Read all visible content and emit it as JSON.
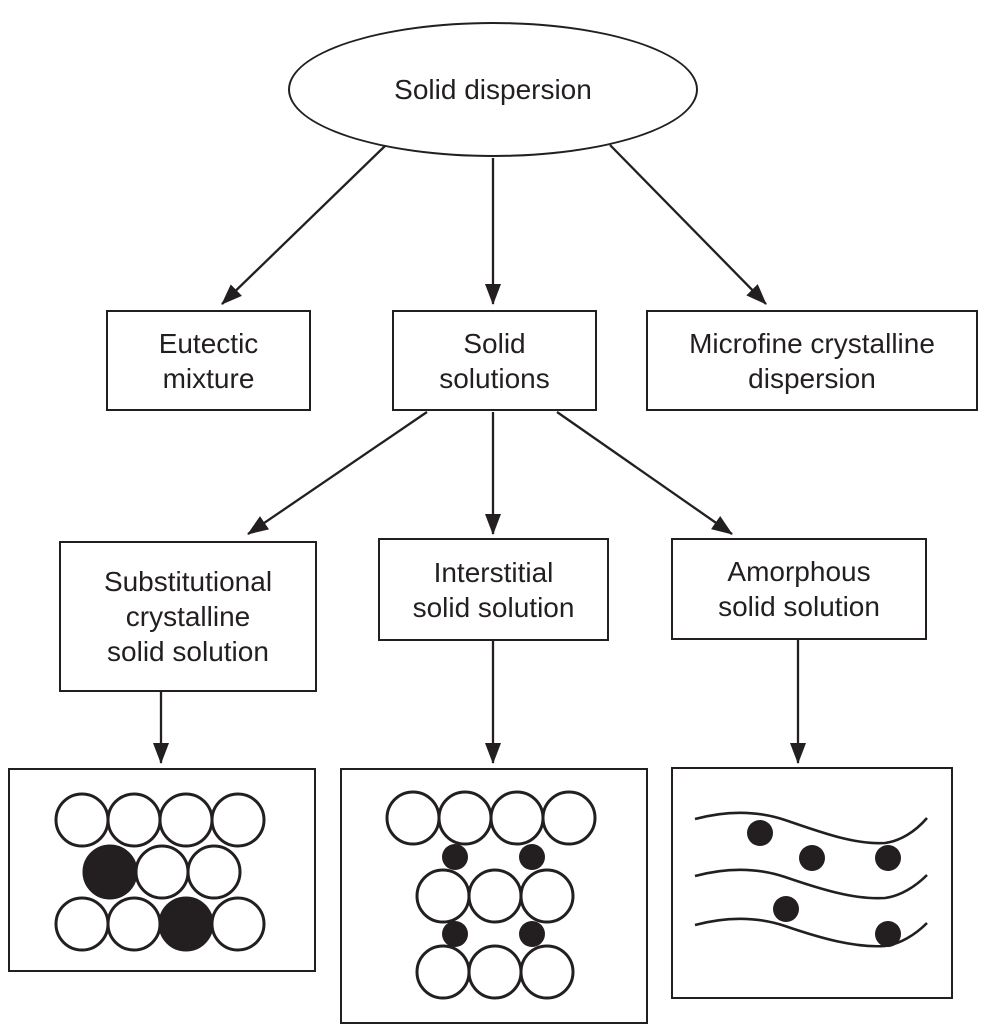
{
  "nodes": {
    "root": "Solid dispersion",
    "eutectic": "Eutectic\nmixture",
    "solid_solutions": "Solid\nsolutions",
    "microfine": "Microfine crystalline\ndispersion",
    "substitutional": "Substitutional\ncrystalline\nsolid solution",
    "interstitial": "Interstitial\nsolid solution",
    "amorphous": "Amorphous\nsolid solution"
  },
  "edges": [
    {
      "from": "root",
      "to": "eutectic"
    },
    {
      "from": "root",
      "to": "solid_solutions"
    },
    {
      "from": "root",
      "to": "microfine"
    },
    {
      "from": "solid_solutions",
      "to": "substitutional"
    },
    {
      "from": "solid_solutions",
      "to": "interstitial"
    },
    {
      "from": "solid_solutions",
      "to": "amorphous"
    },
    {
      "from": "substitutional",
      "to": "substitutional_figure"
    },
    {
      "from": "interstitial",
      "to": "interstitial_figure"
    },
    {
      "from": "amorphous",
      "to": "amorphous_figure"
    }
  ],
  "figures": {
    "substitutional": {
      "lattice_circles": 9,
      "substituted_solute_circles": 2
    },
    "interstitial": {
      "lattice_circles": 10,
      "interstitial_solute_circles": 4
    },
    "amorphous": {
      "carrier_chain_lines": 3,
      "dispersed_solute_circles": 5
    }
  },
  "colors": {
    "stroke": "#231f20",
    "background": "#ffffff",
    "solute_fill": "#231f20"
  }
}
